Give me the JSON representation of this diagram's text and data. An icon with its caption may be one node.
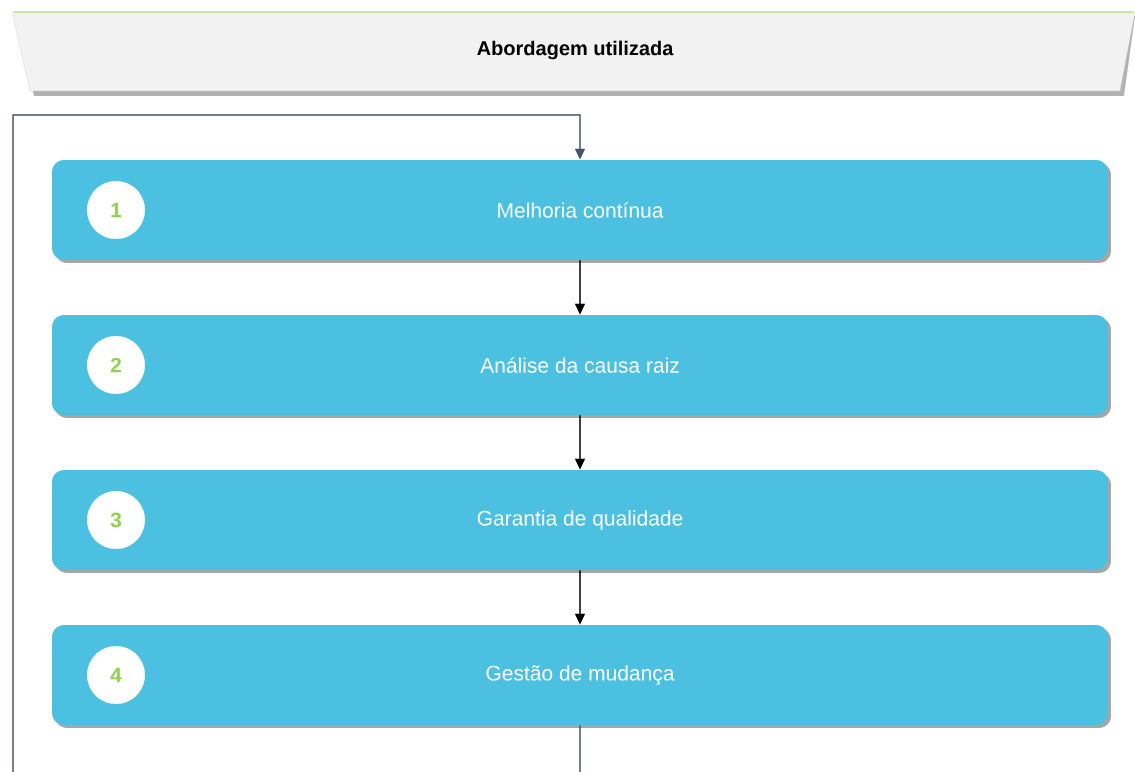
{
  "diagram": {
    "title": "Abordagem utilizada",
    "nodes": [
      {
        "text": [
          "Melhoria contínua"
        ]
      },
      {
        "text": [
          "1"
        ],
        "in": 0
      },
      {
        "text": [
          "Análise da causa raiz"
        ]
      },
      {
        "text": [
          "2"
        ],
        "in": 2
      },
      {
        "text": [
          "Garantia de qualidade"
        ]
      },
      {
        "text": [
          "3"
        ],
        "in": 4
      },
      {
        "text": [
          "Gestão de mudança"
        ]
      },
      {
        "text": [
          "4"
        ],
        "in": 6
      }
    ],
    "edges": [
      {
        "from": 0,
        "to": 2,
        "arrow": "to"
      },
      {
        "from": 2,
        "to": 4,
        "arrow": "to"
      },
      {
        "from": 4,
        "to": 6,
        "arrow": "to"
      },
      {
        "from": 6,
        "to": 0,
        "arrow": "to",
        "color": "#44546a"
      }
    ]
  }
}
